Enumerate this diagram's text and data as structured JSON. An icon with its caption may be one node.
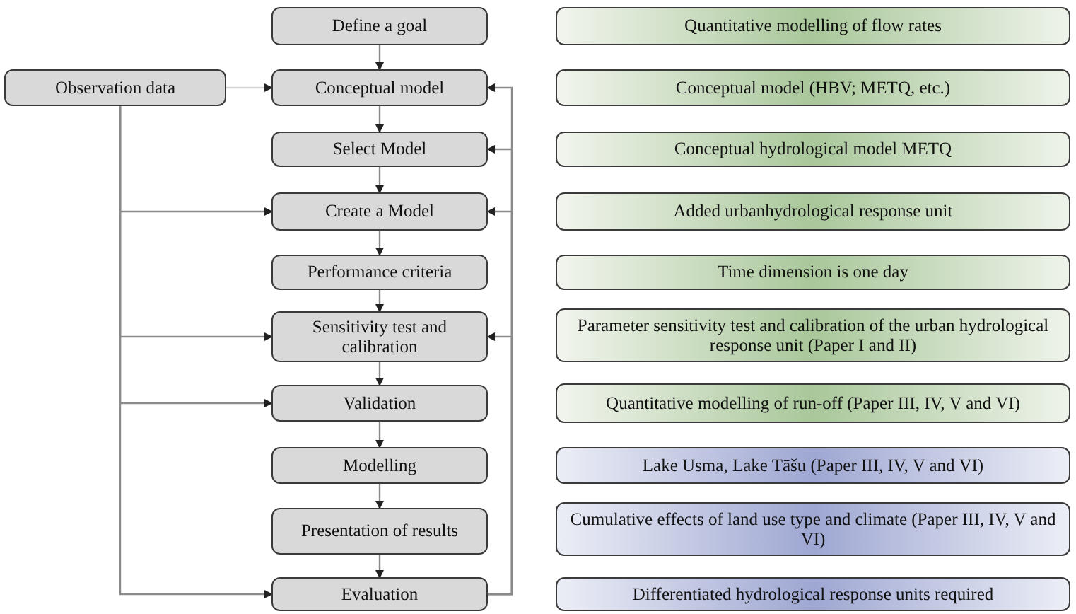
{
  "diagram": {
    "nodes": [
      {
        "text": [
          "Define a goal"
        ]
      },
      {
        "text": [
          "Observation data"
        ]
      },
      {
        "text": [
          "Conceptual model"
        ]
      },
      {
        "text": [
          "Select Model"
        ]
      },
      {
        "text": [
          "Create a Model"
        ]
      },
      {
        "text": [
          "Performance criteria"
        ]
      },
      {
        "text": [
          "Sensitivity test and calibration"
        ]
      },
      {
        "text": [
          "Validation"
        ]
      },
      {
        "text": [
          "Modelling"
        ]
      },
      {
        "text": [
          "Presentation of results"
        ]
      },
      {
        "text": [
          "Evaluation"
        ]
      },
      {
        "text": [
          "Quantitative modelling of flow rates"
        ]
      },
      {
        "text": [
          "Conceptual model (HBV; METQ, etc.)"
        ]
      },
      {
        "text": [
          "Conceptual hydrological model METQ"
        ]
      },
      {
        "text": [
          "Added urbanhydrological response unit"
        ]
      },
      {
        "text": [
          "Time dimension is one day"
        ]
      },
      {
        "text": [
          "Parameter sensitivity test and calibration of the urban hydrological response unit (Paper I and II)"
        ]
      },
      {
        "text": [
          "Quantitative modelling of run-off (Paper III, IV, V and VI)"
        ]
      },
      {
        "text": [
          "Lake Usma, Lake Tāšu (Paper III, IV, V and VI)"
        ]
      },
      {
        "text": [
          "Cumulative effects of land use type and climate (Paper III, IV, V and VI)"
        ]
      },
      {
        "text": [
          "Differentiated hydrological response units required"
        ]
      }
    ],
    "edges": [
      {
        "from": 0,
        "to": 2,
        "arrow": "to"
      },
      {
        "from": 2,
        "to": 3,
        "arrow": "to"
      },
      {
        "from": 3,
        "to": 4,
        "arrow": "to"
      },
      {
        "from": 4,
        "to": 5,
        "arrow": "to"
      },
      {
        "from": 5,
        "to": 6,
        "arrow": "to"
      },
      {
        "from": 6,
        "to": 7,
        "arrow": "to"
      },
      {
        "from": 7,
        "to": 8,
        "arrow": "to"
      },
      {
        "from": 8,
        "to": 9,
        "arrow": "to"
      },
      {
        "from": 9,
        "to": 10,
        "arrow": "to"
      },
      {
        "from": 1,
        "to": 2,
        "arrow": "to",
        "color": "#d4d4d4"
      },
      {
        "from": 1,
        "to": 4,
        "arrow": "to"
      },
      {
        "from": 1,
        "to": 6,
        "arrow": "to"
      },
      {
        "from": 1,
        "to": 7,
        "arrow": "to"
      },
      {
        "from": 1,
        "to": 10,
        "arrow": "to"
      },
      {
        "from": 10,
        "to": 2,
        "arrow": "to"
      },
      {
        "from": 10,
        "to": 3,
        "arrow": "to"
      },
      {
        "from": 10,
        "to": 4,
        "arrow": "to"
      },
      {
        "from": 10,
        "to": 6,
        "arrow": "to"
      }
    ]
  }
}
